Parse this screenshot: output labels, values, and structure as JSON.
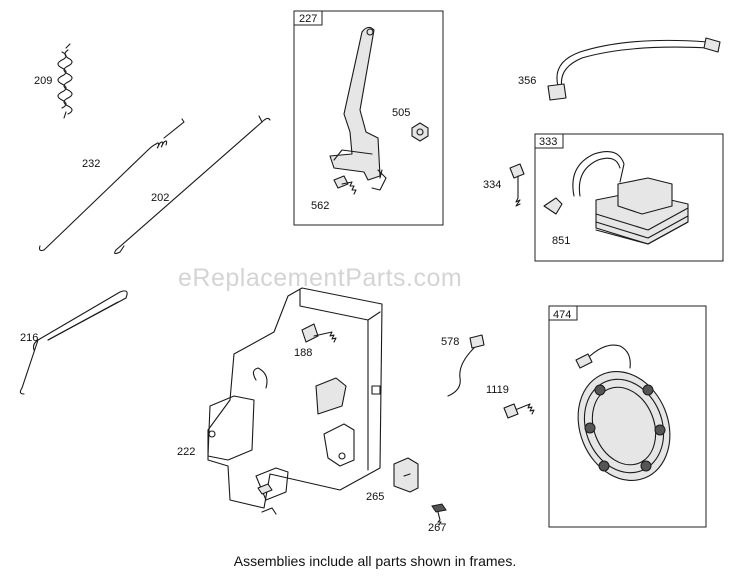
{
  "watermark": "eReplacementParts.com",
  "caption": "Assemblies include all parts shown in frames.",
  "frames": [
    {
      "id": "frame-227",
      "label": "227"
    },
    {
      "id": "frame-333",
      "label": "333"
    },
    {
      "id": "frame-474",
      "label": "474"
    }
  ],
  "callouts": {
    "p209": "209",
    "p232": "232",
    "p202": "202",
    "p216": "216",
    "p505": "505",
    "p562": "562",
    "p356": "356",
    "p334": "334",
    "p851": "851",
    "p188": "188",
    "p578": "578",
    "p1119": "1119",
    "p222": "222",
    "p265": "265",
    "p267": "267"
  }
}
